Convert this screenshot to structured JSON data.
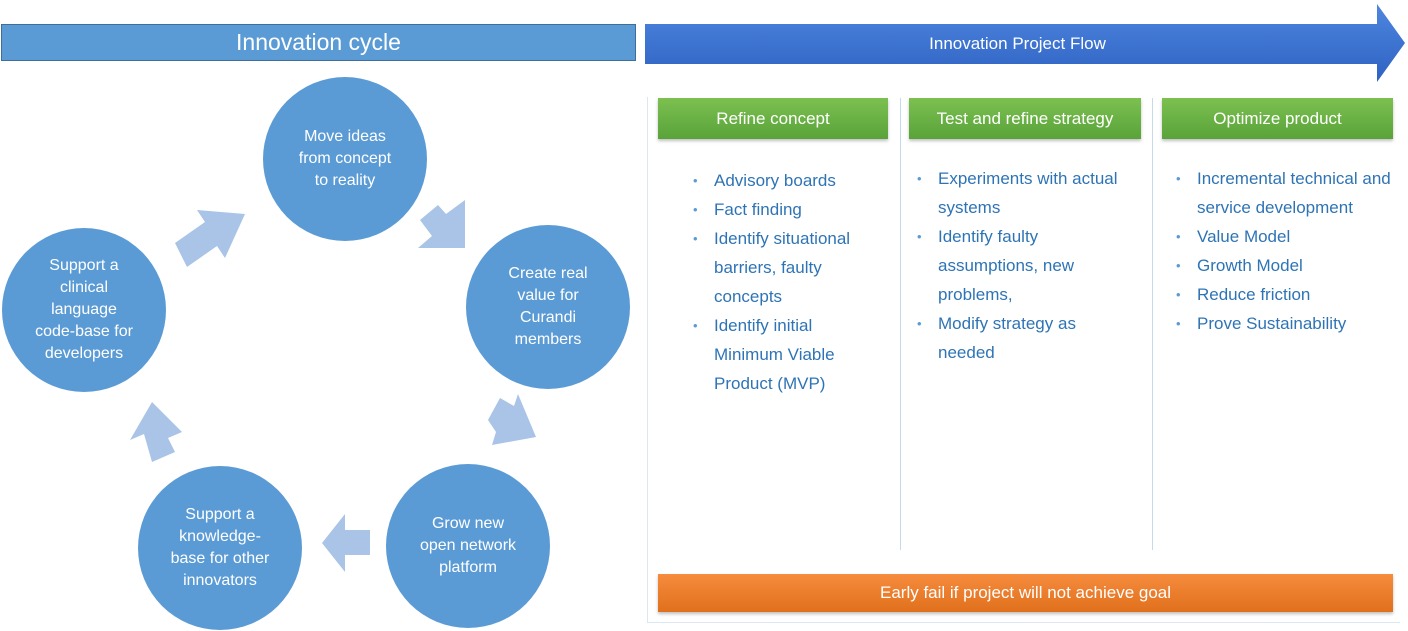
{
  "cycle": {
    "title": "Innovation cycle",
    "steps": [
      "Move ideas\nfrom concept\nto reality",
      "Create real\nvalue for\nCurandi\nmembers",
      "Grow new\nopen network\nplatform",
      "Support a\nknowledge-\nbase for other\ninnovators",
      "Support a\nclinical\nlanguage\ncode-base for\ndevelopers"
    ]
  },
  "flow": {
    "title": "Innovation Project Flow",
    "columns": [
      {
        "header": "Refine concept",
        "items": [
          "Advisory boards",
          "Fact finding",
          "Identify situational barriers, faulty concepts",
          "Identify initial Minimum Viable Product (MVP)"
        ]
      },
      {
        "header": "Test and refine strategy",
        "items": [
          "Experiments with actual systems",
          "Identify faulty assumptions, new problems,",
          "Modify strategy as needed"
        ]
      },
      {
        "header": "Optimize product",
        "items": [
          "Incremental technical and service development",
          "Value Model",
          "Growth Model",
          "Reduce friction",
          "Prove Sustainability"
        ]
      }
    ],
    "footer": "Early fail if project will not achieve goal"
  },
  "colors": {
    "circle": "#5b9bd5",
    "cycle_arrow": "#a9c4e6",
    "flow_arrow": "#3f75d4",
    "column_header": "#6ab245",
    "bullet_text": "#2e74b5",
    "footer_bar": "#ee7f2d"
  }
}
